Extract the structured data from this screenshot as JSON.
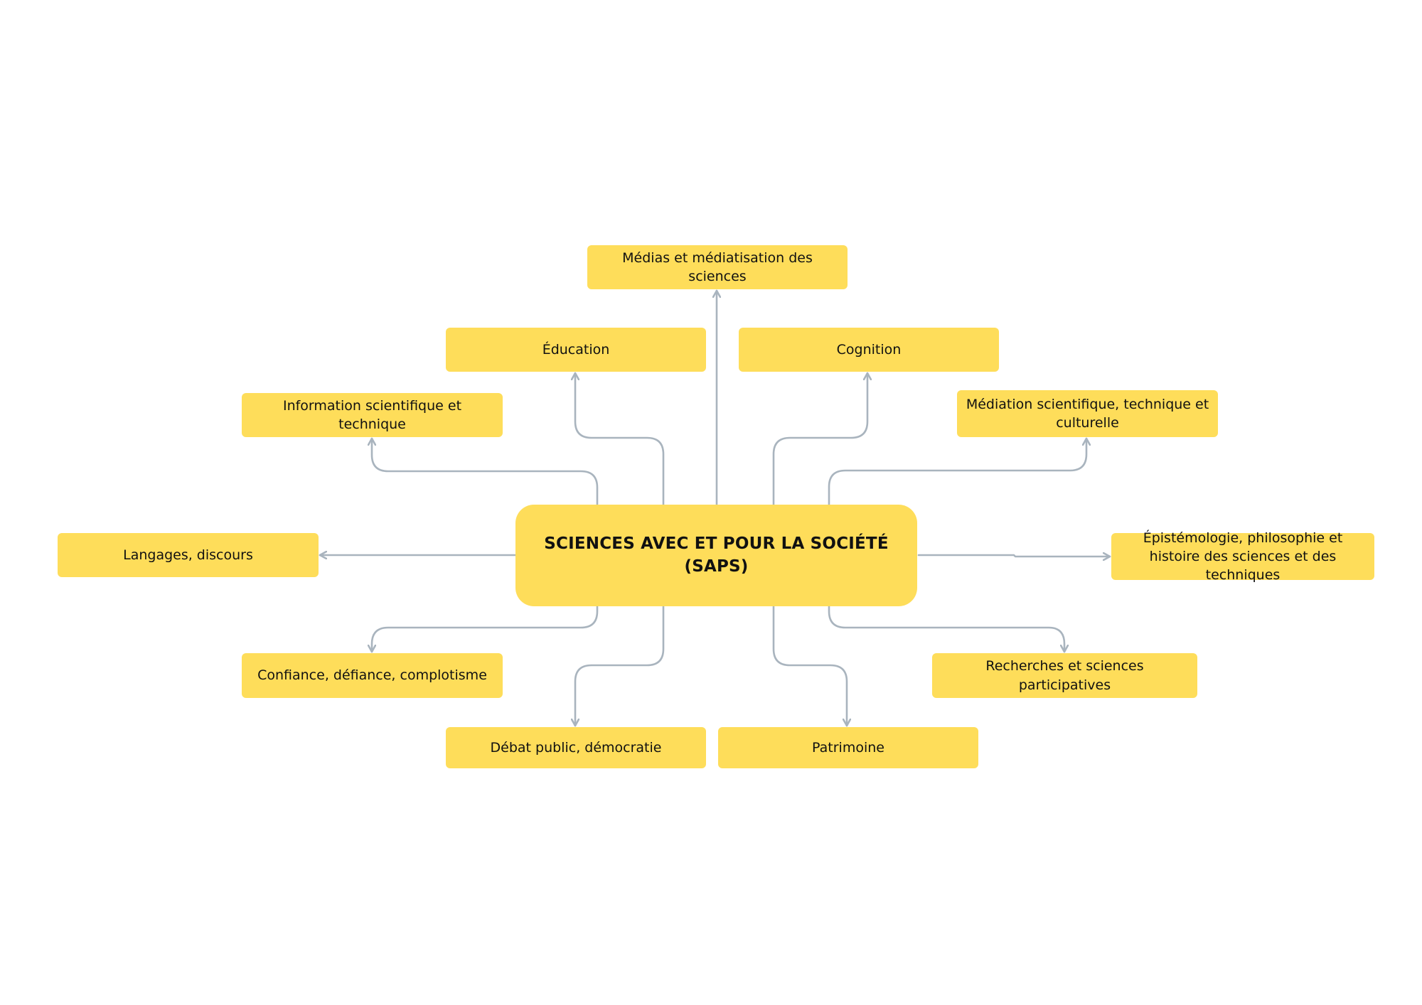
{
  "diagram": {
    "type": "mind-map",
    "colors": {
      "node_fill": "#fedd5a",
      "connector": "#a9b4be",
      "text": "#111111",
      "background": "#ffffff"
    },
    "center": {
      "label": "SCIENCES AVEC ET POUR LA SOCIÉTÉ (SAPS)"
    },
    "topics": {
      "medias": "Médias et médiatisation des sciences",
      "education": "Éducation",
      "cognition": "Cognition",
      "information": "Information scientifique et technique",
      "mediation": "Médiation scientifique, technique et culturelle",
      "langages": "Langages, discours",
      "epistemologie": "Épistémologie, philosophie et histoire des sciences et des techniques",
      "confiance": "Confiance, défiance, complotisme",
      "recherches": "Recherches et sciences participatives",
      "debat": "Débat public, démocratie",
      "patrimoine": "Patrimoine"
    },
    "edges": [
      {
        "from": "center",
        "to": "medias"
      },
      {
        "from": "center",
        "to": "education"
      },
      {
        "from": "center",
        "to": "cognition"
      },
      {
        "from": "center",
        "to": "information"
      },
      {
        "from": "center",
        "to": "mediation"
      },
      {
        "from": "center",
        "to": "langages"
      },
      {
        "from": "center",
        "to": "epistemologie"
      },
      {
        "from": "center",
        "to": "confiance"
      },
      {
        "from": "center",
        "to": "recherches"
      },
      {
        "from": "center",
        "to": "debat"
      },
      {
        "from": "center",
        "to": "patrimoine"
      }
    ]
  }
}
